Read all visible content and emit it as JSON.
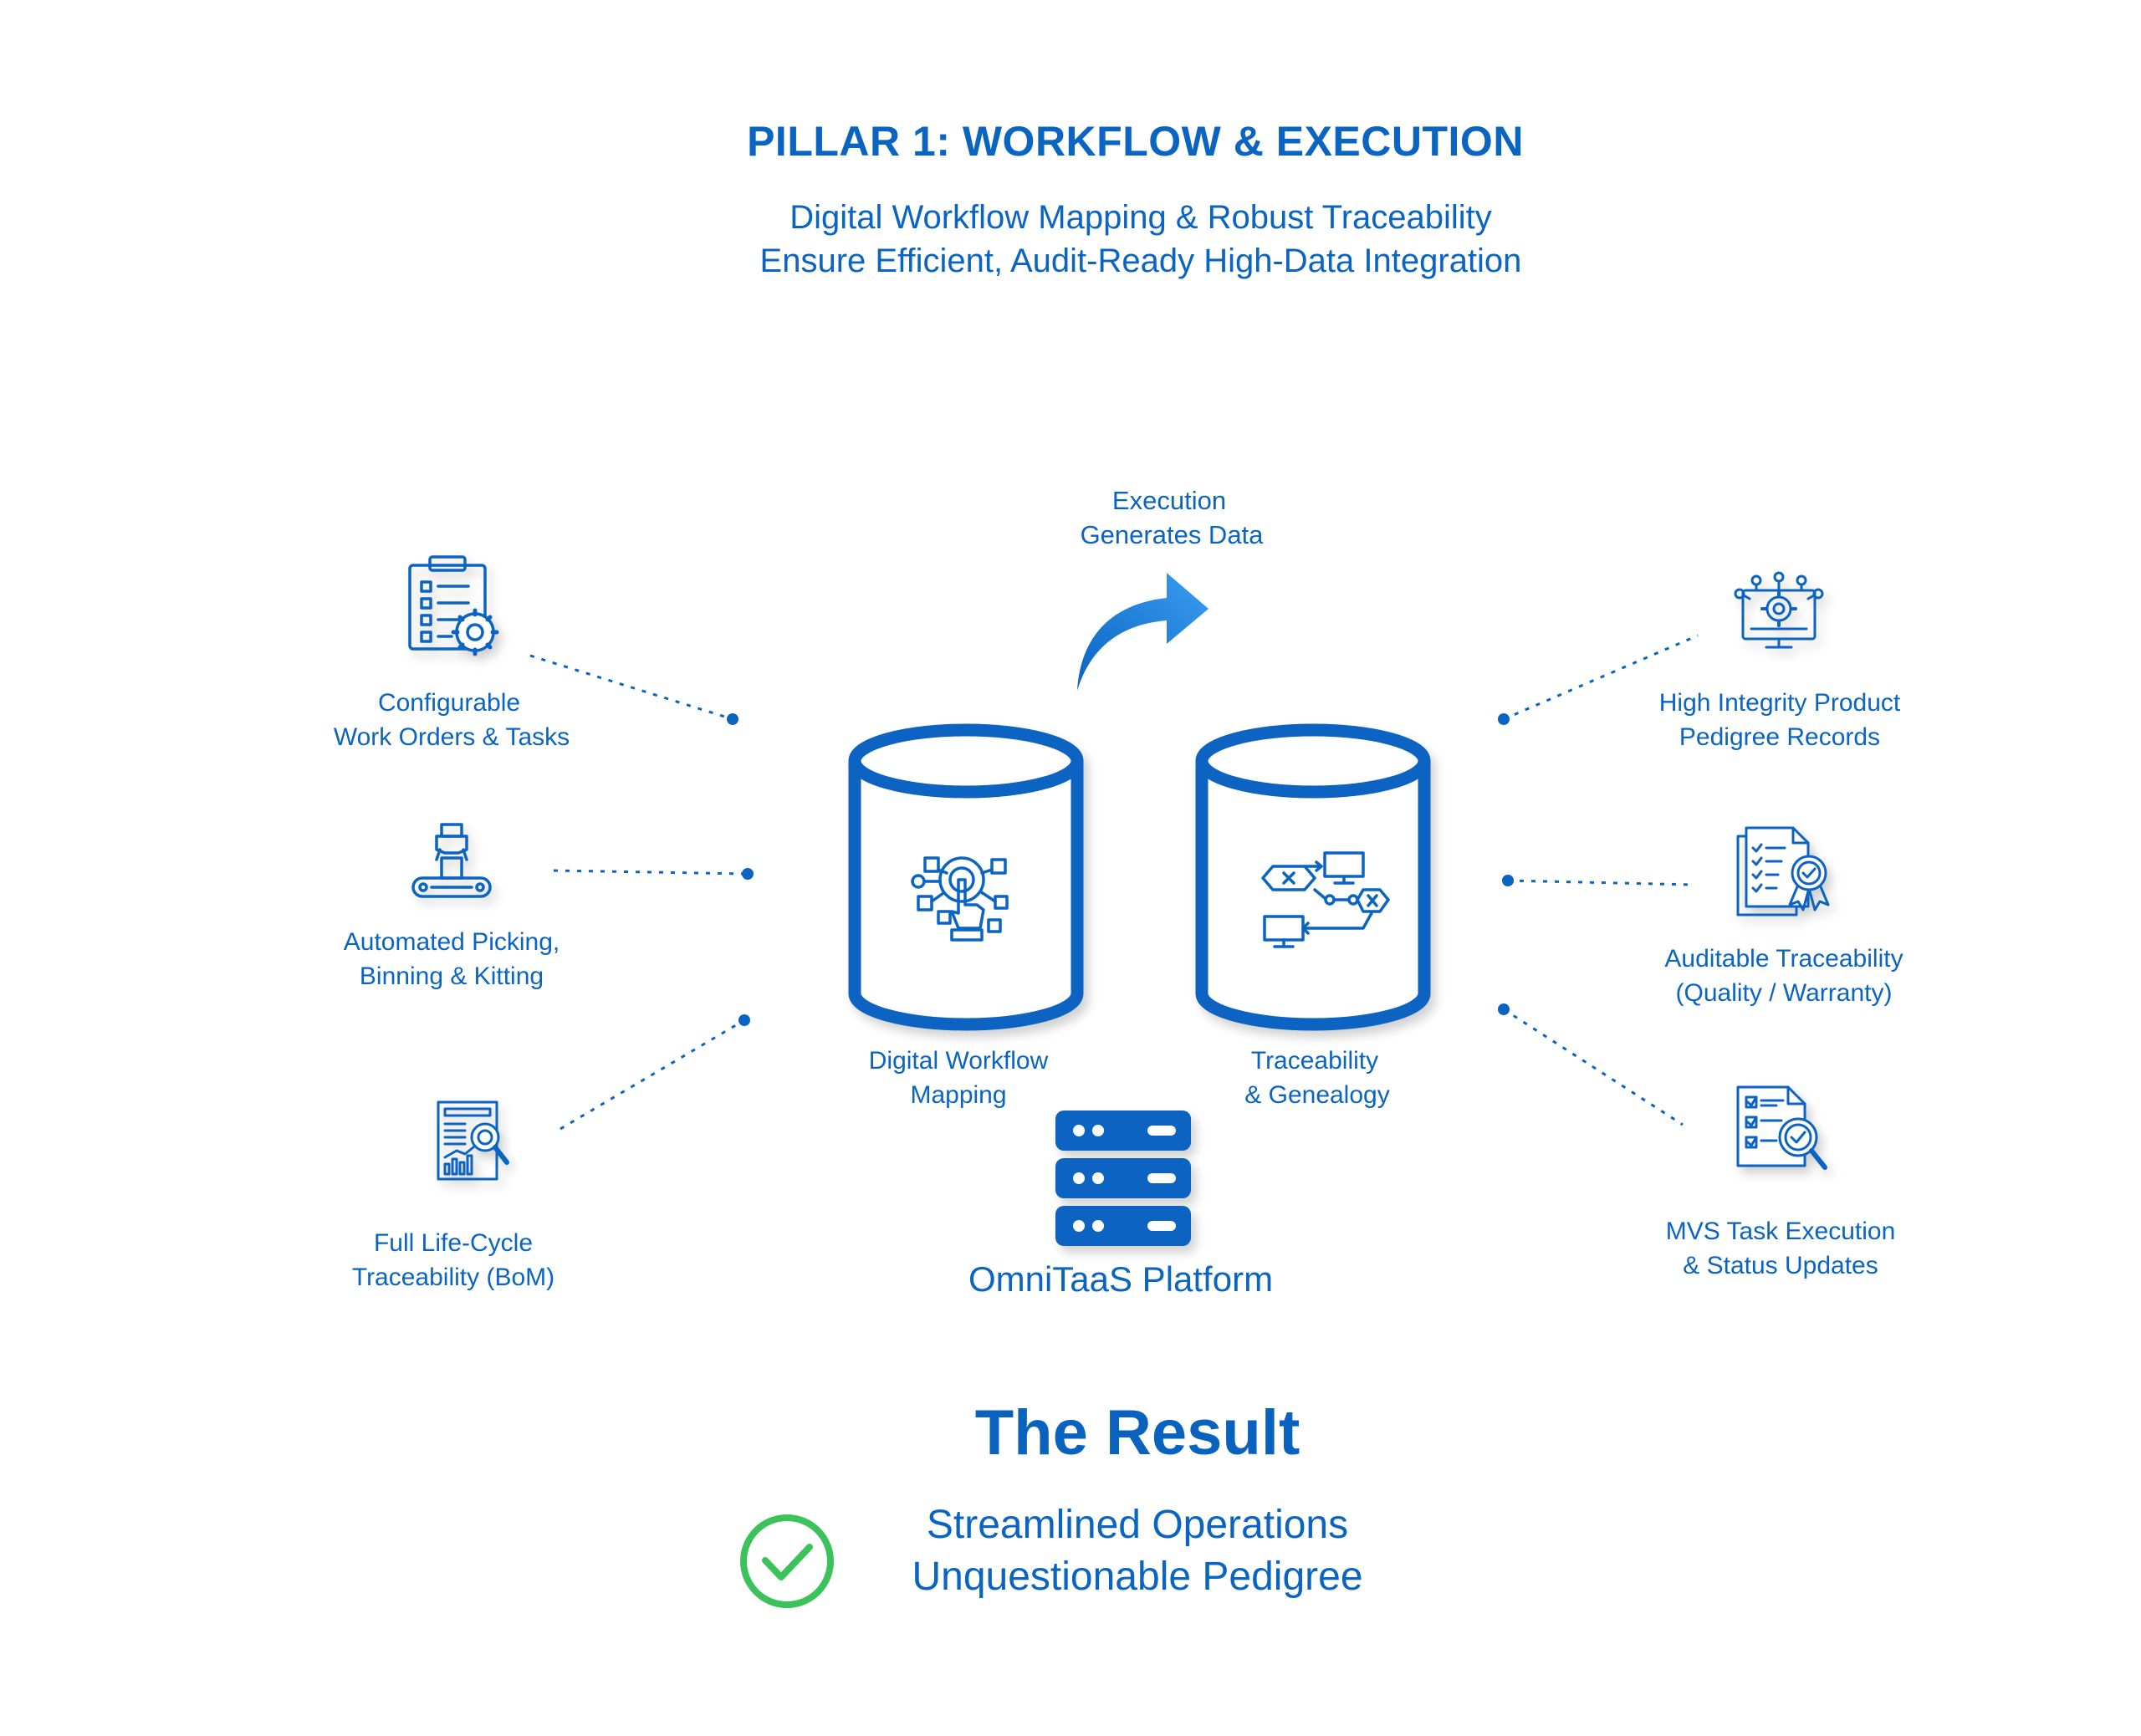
{
  "header": {
    "title": "PILLAR 1: WORKFLOW & EXECUTION",
    "subtitle_line1": "Digital Workflow Mapping & Robust Traceability",
    "subtitle_line2": "Ensure Efficient, Audit-Ready High-Data Integration"
  },
  "arrow": {
    "label_line1": "Execution",
    "label_line2": "Generates Data"
  },
  "left_features": [
    {
      "line1": "Configurable",
      "line2": "Work Orders & Tasks",
      "icon": "clipboard-gear-icon"
    },
    {
      "line1": "Automated Picking,",
      "line2": "Binning & Kitting",
      "icon": "robotic-arm-conveyor-icon"
    },
    {
      "line1": "Full Life-Cycle",
      "line2": "Traceability (BoM)",
      "icon": "report-magnifier-icon"
    }
  ],
  "right_features": [
    {
      "line1": "High Integrity Product",
      "line2": "Pedigree Records",
      "icon": "monitor-gear-network-icon"
    },
    {
      "line1": "Auditable Traceability",
      "line2": "(Quality / Warranty)",
      "icon": "document-badge-icon"
    },
    {
      "line1": "MVS Task Execution",
      "line2": "& Status Updates",
      "icon": "checklist-magnifier-icon"
    }
  ],
  "databases": [
    {
      "line1": "Digital Workflow",
      "line2": "Mapping",
      "icon": "hand-network-icon"
    },
    {
      "line1": "Traceability",
      "line2": "& Genealogy",
      "icon": "flow-monitors-icon"
    }
  ],
  "platform": {
    "label": "OmniTaaS Platform",
    "icon": "server-stack-icon"
  },
  "result": {
    "title": "The Result",
    "line1": "Streamlined Operations",
    "line2": "Unquestionable Pedigree",
    "icon": "check-circle-icon"
  },
  "colors": {
    "primary": "#0a64c2",
    "accent": "#2b8ce6",
    "check": "#3cc25a"
  }
}
